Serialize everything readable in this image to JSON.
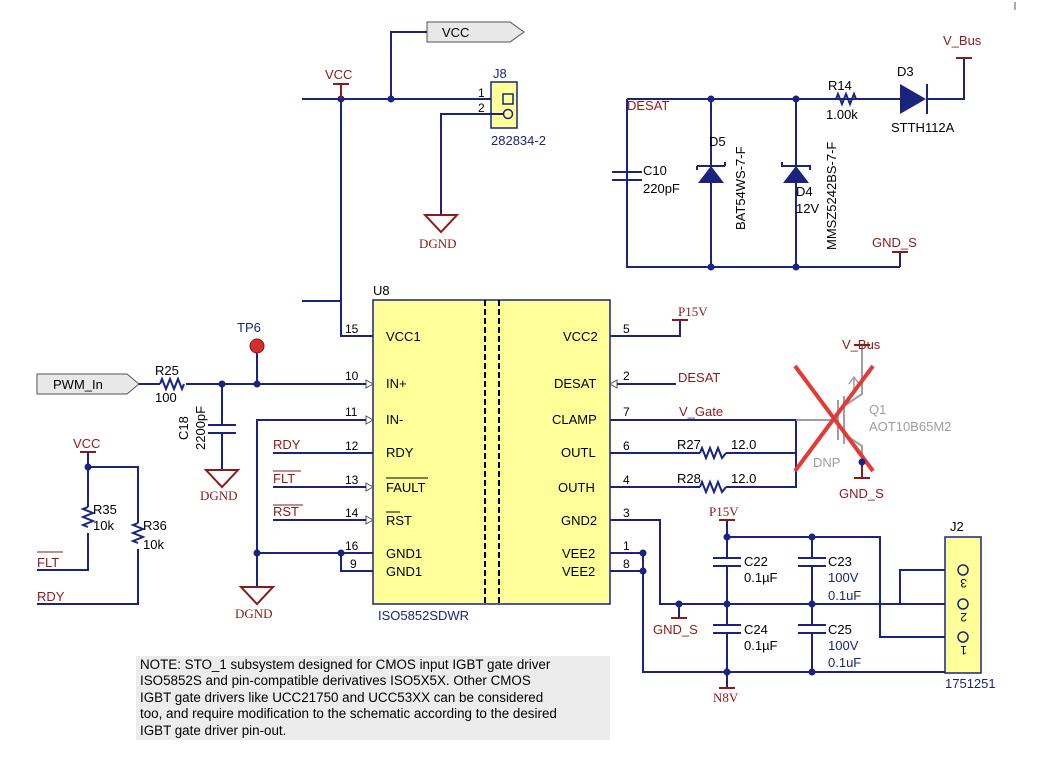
{
  "nets": {
    "vcc": "VCC",
    "v_bus": "V_Bus",
    "desat": "DESAT",
    "gnd_s": "GND_S",
    "dgnd": "DGND",
    "p15v": "P15V",
    "n8v": "N8V",
    "pwm_in": "PWM_In",
    "rdy": "RDY",
    "flt": "FLT",
    "rst": "RST",
    "v_gate": "V_Gate"
  },
  "connectors": {
    "j8": {
      "ref": "J8",
      "part": "282834-2",
      "pins": [
        "1",
        "2"
      ]
    },
    "j2": {
      "ref": "J2",
      "part": "1751251",
      "pins": [
        "3",
        "2",
        "1"
      ]
    }
  },
  "components": {
    "c10": {
      "ref": "C10",
      "value": "220pF"
    },
    "d5": {
      "ref": "D5",
      "part": "BAT54WS-7-F"
    },
    "d4": {
      "ref": "D4",
      "part": "MMSZ5242BS-7-F",
      "value": "12V"
    },
    "r14": {
      "ref": "R14",
      "value": "1.00k"
    },
    "d3": {
      "ref": "D3",
      "part": "STTH112A"
    },
    "tp6": {
      "ref": "TP6"
    },
    "r25": {
      "ref": "R25",
      "value": "100"
    },
    "c18": {
      "ref": "C18",
      "value": "2200pF"
    },
    "r35": {
      "ref": "R35",
      "value": "10k"
    },
    "r36": {
      "ref": "R36",
      "value": "10k"
    },
    "r27": {
      "ref": "R27",
      "value": "12.0"
    },
    "r28": {
      "ref": "R28",
      "value": "12.0"
    },
    "q1": {
      "ref": "Q1",
      "part": "AOT10B65M2",
      "status": "DNP"
    },
    "c22": {
      "ref": "C22",
      "value": "0.1µF"
    },
    "c23": {
      "ref": "C23",
      "value": "100V",
      "value2": "0.1uF"
    },
    "c24": {
      "ref": "C24",
      "value": "0.1µF"
    },
    "c25": {
      "ref": "C25",
      "value": "100V",
      "value2": "0.1uF"
    }
  },
  "u8": {
    "ref": "U8",
    "part": "ISO5852SDWR",
    "left_pins": [
      {
        "num": "15",
        "name": "VCC1"
      },
      {
        "num": "10",
        "name": "IN+"
      },
      {
        "num": "11",
        "name": "IN-"
      },
      {
        "num": "12",
        "name": "RDY"
      },
      {
        "num": "13",
        "name": "FAULT"
      },
      {
        "num": "14",
        "name": "RST"
      },
      {
        "num": "16",
        "name": "GND1"
      },
      {
        "num": "9",
        "name": "GND1"
      }
    ],
    "right_pins": [
      {
        "num": "5",
        "name": "VCC2"
      },
      {
        "num": "2",
        "name": "DESAT"
      },
      {
        "num": "7",
        "name": "CLAMP"
      },
      {
        "num": "6",
        "name": "OUTL"
      },
      {
        "num": "4",
        "name": "OUTH"
      },
      {
        "num": "3",
        "name": "GND2"
      },
      {
        "num": "1",
        "name": "VEE2"
      },
      {
        "num": "8",
        "name": "VEE2"
      }
    ]
  },
  "note": "NOTE: STO_1 subsystem designed for CMOS input IGBT gate driver\nISO5852S and pin-compatible derivatives ISO5X5X. Other CMOS\nIGBT gate drivers like UCC21750 and UCC53XX can be considered\ntoo, and require modification to the schematic according to the desired\nIGBT gate driver pin-out.",
  "colors": {
    "wire": "#1a237e",
    "power_label": "#8b1a1a",
    "u8_fill": "#ffff99",
    "connector_fill": "#ffff99",
    "testpoint": "#d32f2f",
    "dnp_cross": "#e53935",
    "note_bg": "#ececec"
  }
}
